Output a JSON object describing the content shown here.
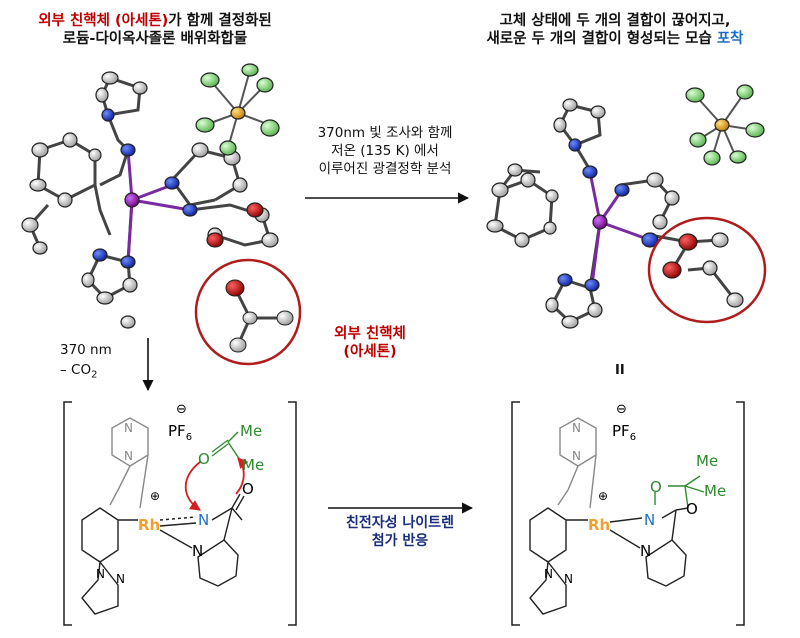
{
  "top_left_caption": {
    "line1_red": "외부 친핵체 (아세톤)",
    "line1_rest": "가 함께 결정화된",
    "line2": "로듐-다이옥사졸론 배위화합물"
  },
  "top_right_caption": {
    "line1": "고체 상태에 두 개의 결합이 끊어지고,",
    "line2_rest": "새로운 두 개의 결합이 형성되는 모습 ",
    "line2_blue": "포착"
  },
  "middle_arrow_text": {
    "line1": "370nm 빛 조사와 함께",
    "line2": "저온 (135 K) 에서",
    "line3": "이루어진 광결정학 분석"
  },
  "nucleophile_label": {
    "line1": "외부 친핵체",
    "line2": "(아세톤)"
  },
  "down_arrow_text": {
    "line1": "370 nm",
    "line2": "– CO",
    "sub": "2"
  },
  "product_numeral": "II",
  "bottom_arrow_text": {
    "line1": "친전자성 나이트렌",
    "line2": "첨가 반응"
  },
  "left_scheme": {
    "charge_minus": "⊖",
    "counterion": "PF",
    "counterion_sub": "6",
    "metal": "Rh",
    "metal_charge": "⊕",
    "nitrene_n": "N",
    "carbonyl_o": "O",
    "pyridine_n": "N",
    "acetone_o": "O",
    "me_top": "Me",
    "me_bottom": "Me",
    "pz_n1": "N",
    "pz_n2": "N",
    "pz_n3": "N",
    "pz_n4": "N"
  },
  "right_scheme": {
    "charge_minus": "⊖",
    "counterion": "PF",
    "counterion_sub": "6",
    "metal": "Rh",
    "metal_charge": "⊕",
    "ring_n": "N",
    "ring_o_top": "O",
    "ring_o_right": "O",
    "me_top": "Me",
    "me_right": "Me",
    "pyridine_n": "N",
    "pz_n1": "N",
    "pz_n2": "N",
    "pz_n3": "N",
    "pz_n4": "N"
  },
  "colors": {
    "red": "#c00000",
    "blue": "#1e6fc4",
    "navy": "#1a2f7a",
    "rh_orange": "#f0a030",
    "acetone_green": "#2e8b2e",
    "nitrogen_blue": "#1e6fc4",
    "crystal_red_circle": "#b01c1c"
  }
}
